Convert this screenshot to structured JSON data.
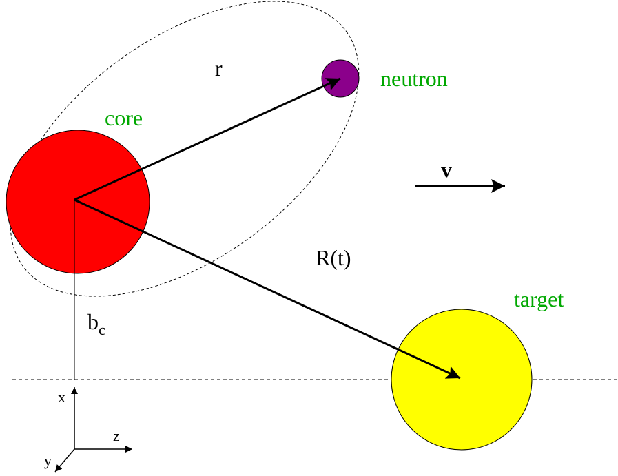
{
  "labels": {
    "r": "r",
    "neutron": "neutron",
    "core": "core",
    "v": "v",
    "R": "R(t)",
    "target": "target",
    "b": "b",
    "b_sub": "c",
    "axis_x": "x",
    "axis_y": "y",
    "axis_z": "z"
  },
  "colors": {
    "core": "#ff0000",
    "neutron": "#8b008b",
    "target": "#ffff00",
    "label_green": "#00a800",
    "line": "#000000"
  }
}
